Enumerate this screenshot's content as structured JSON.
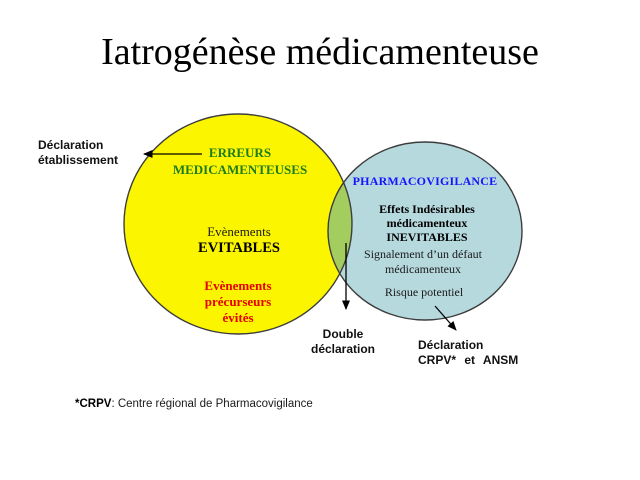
{
  "title": "Iatrogénèse médicamenteuse",
  "colors": {
    "yellow": "#FCF500",
    "blue": "#B6D9DE",
    "overlap_green": "#A3CD5F",
    "outline": "#3d3d3d",
    "green_text": "#1E7C1E",
    "blue_text": "#1414FF",
    "red_text": "#E60000"
  },
  "venn": {
    "left_circle": {
      "title_lines": [
        "ERREURS",
        "MEDICAMENTEUSES"
      ],
      "mid_line1": "Evènements",
      "mid_line2": "EVITABLES",
      "bottom_lines": [
        "Evènements",
        "précurseurs",
        "évités"
      ]
    },
    "right_circle": {
      "title": "PHARMACOVIGILANCE",
      "effects_lines": [
        "Effets Indésirables",
        "médicamenteux",
        "INEVITABLES"
      ],
      "signal_lines": [
        "Signalement d’un défaut",
        "médicamenteux"
      ],
      "risk": "Risque potentiel"
    }
  },
  "annotations": {
    "establishment_lines": [
      "Déclaration",
      "établissement"
    ],
    "double_lines": [
      "Double",
      "déclaration"
    ],
    "crpv_lines": [
      "Déclaration",
      "CRPV* et ANSM"
    ]
  },
  "footer": {
    "bold": "*CRPV",
    "rest": ": Centre régional de Pharmacovigilance"
  }
}
